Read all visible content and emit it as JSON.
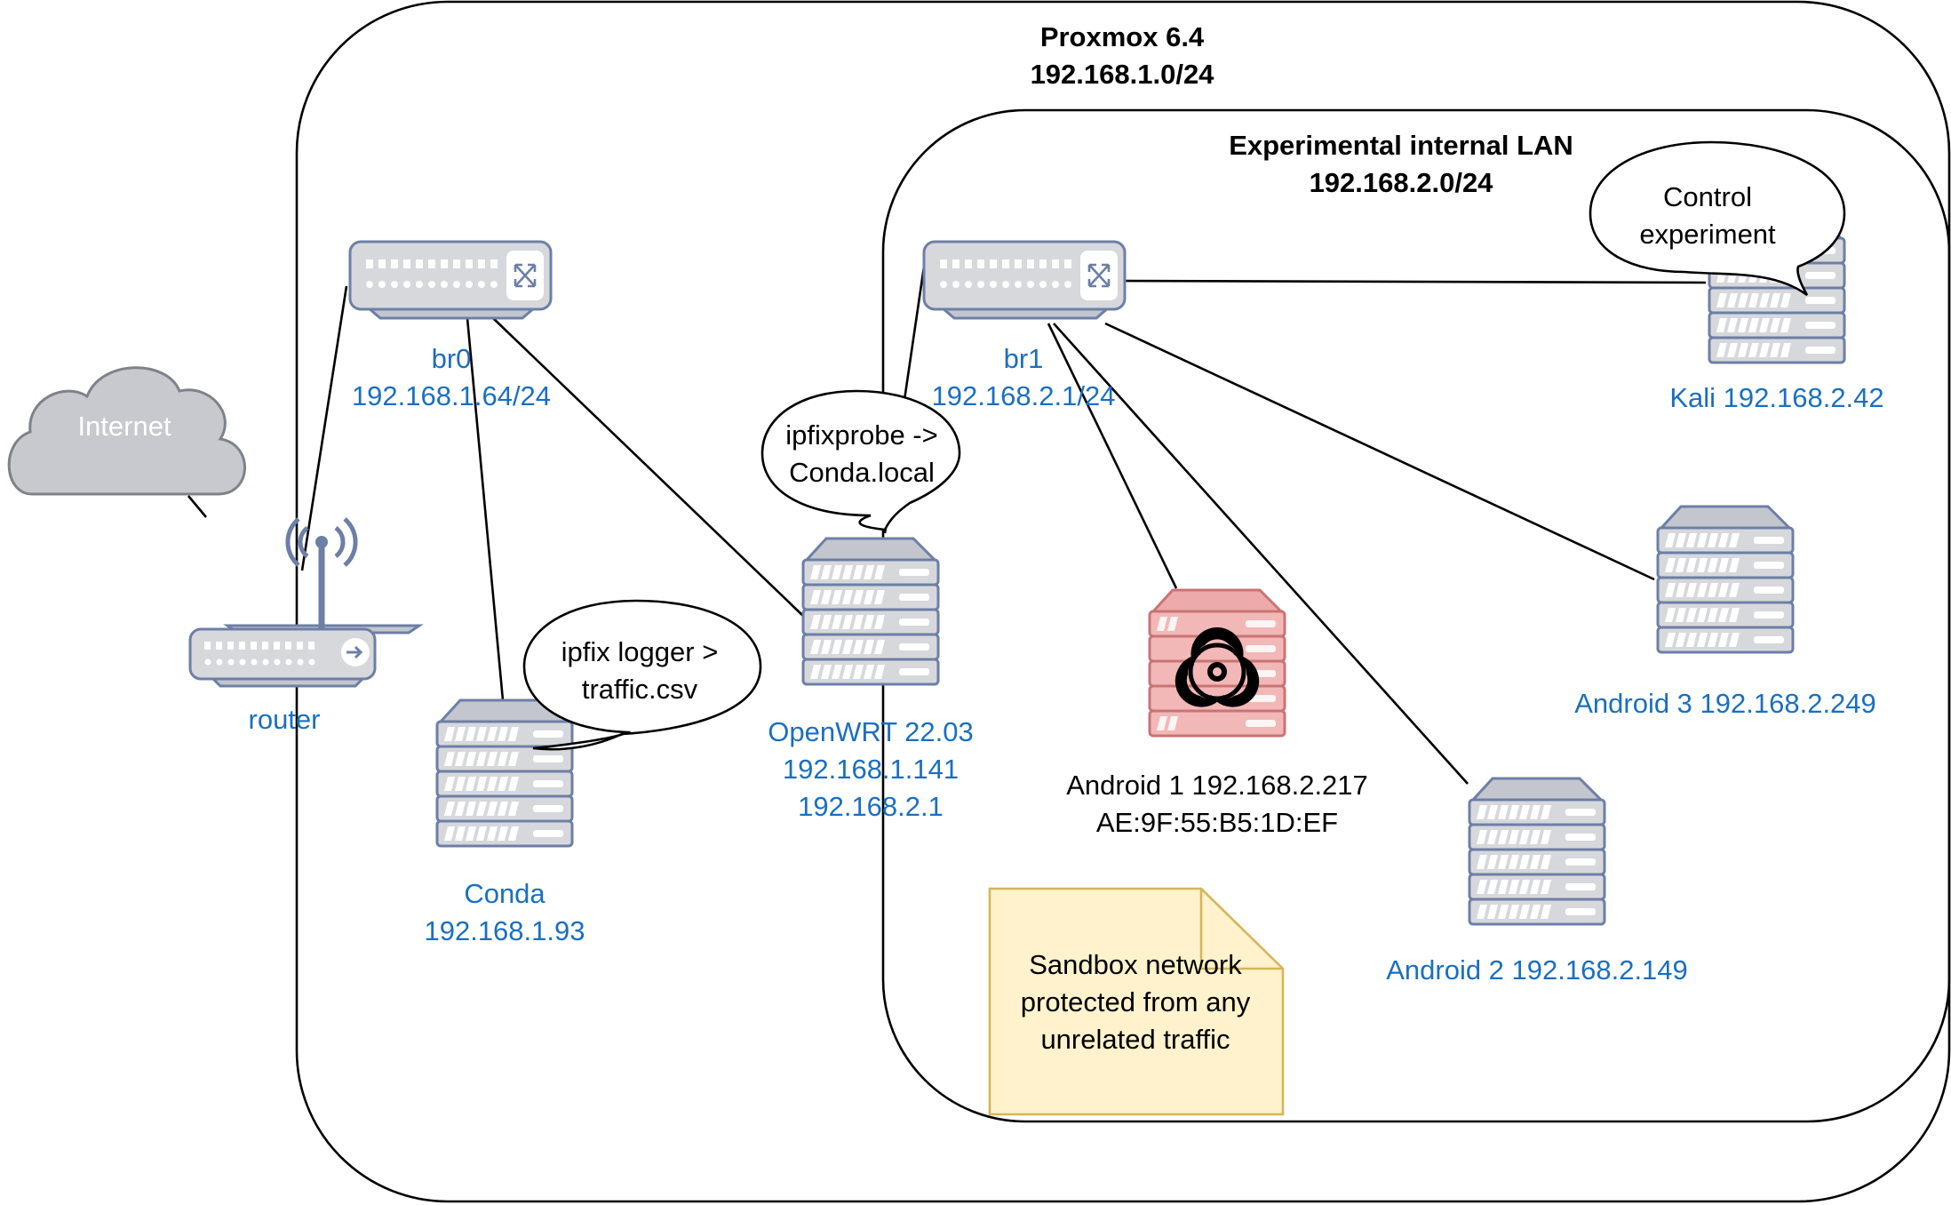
{
  "proxmox": {
    "title_line1": "Proxmox 6.4",
    "title_line2": "192.168.1.0/24"
  },
  "internal_lan": {
    "title_line1": "Experimental internal LAN",
    "title_line2": "192.168.2.0/24"
  },
  "internet": {
    "label": "Internet"
  },
  "router": {
    "label": "router"
  },
  "br0": {
    "label_line1": "br0",
    "label_line2": "192.168.1.64/24"
  },
  "br1": {
    "label_line1": "br1",
    "label_line2": "192.168.2.1/24"
  },
  "conda": {
    "label_line1": "Conda",
    "label_line2": "192.168.1.93"
  },
  "openwrt": {
    "label_line1": "OpenWRT 22.03",
    "label_line2": "192.168.1.141",
    "label_line3": "192.168.2.1"
  },
  "android1": {
    "label_line1": "Android 1 192.168.2.217",
    "label_line2": "AE:9F:55:B5:1D:EF"
  },
  "android2": {
    "label": "Android 2 192.168.2.149"
  },
  "android3": {
    "label": "Android 3 192.168.2.249"
  },
  "kali": {
    "label": "Kali 192.168.2.42"
  },
  "bubbles": {
    "ipfixprobe": {
      "line1": "ipfixprobe ->",
      "line2": "Conda.local"
    },
    "ipfix_logger": {
      "line1": "ipfix logger >",
      "line2": "traffic.csv"
    },
    "control": {
      "line1": "Control",
      "line2": "experiment"
    }
  },
  "note": {
    "line1": "Sandbox network",
    "line2": "protected from any",
    "line3": "unrelated traffic"
  },
  "colors": {
    "label_blue": "#1a6fc0",
    "device_fill": "#d7d8dc",
    "device_stroke": "#6d7fa6",
    "malicious_fill": "#f2b7b7",
    "note_fill": "#fff2cc",
    "note_stroke": "#d6b656"
  },
  "icons": {
    "router": "wireless-router-icon",
    "switch": "network-switch-icon",
    "server": "server-icon",
    "cloud": "cloud-icon",
    "biohazard": "biohazard-icon"
  }
}
